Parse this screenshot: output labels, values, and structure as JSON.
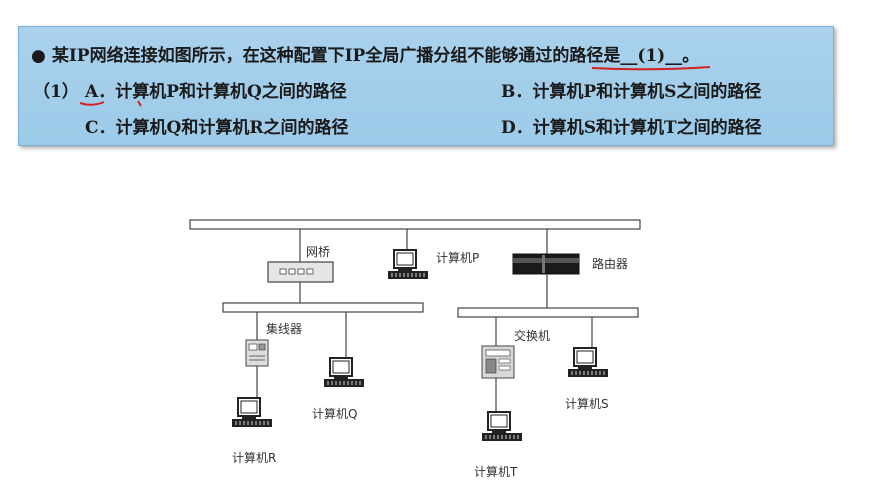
{
  "question": {
    "bullet": "●",
    "stem": "某IP网络连接如图所示，在这种配置下IP全局广播分组不能够通过的路径是__(1)__。",
    "number": "（1）",
    "options": {
      "a": "A．计算机P和计算机Q之间的路径",
      "b": "B．计算机P和计算机S之间的路径",
      "c": "C．计算机Q和计算机R之间的路径",
      "d": "D．计算机S和计算机T之间的路径"
    }
  },
  "diagram": {
    "bridge": "网桥",
    "router": "路由器",
    "hub": "集线器",
    "switch": "交换机",
    "pc_p": "计算机P",
    "pc_q": "计算机Q",
    "pc_r": "计算机R",
    "pc_s": "计算机S",
    "pc_t": "计算机T"
  }
}
